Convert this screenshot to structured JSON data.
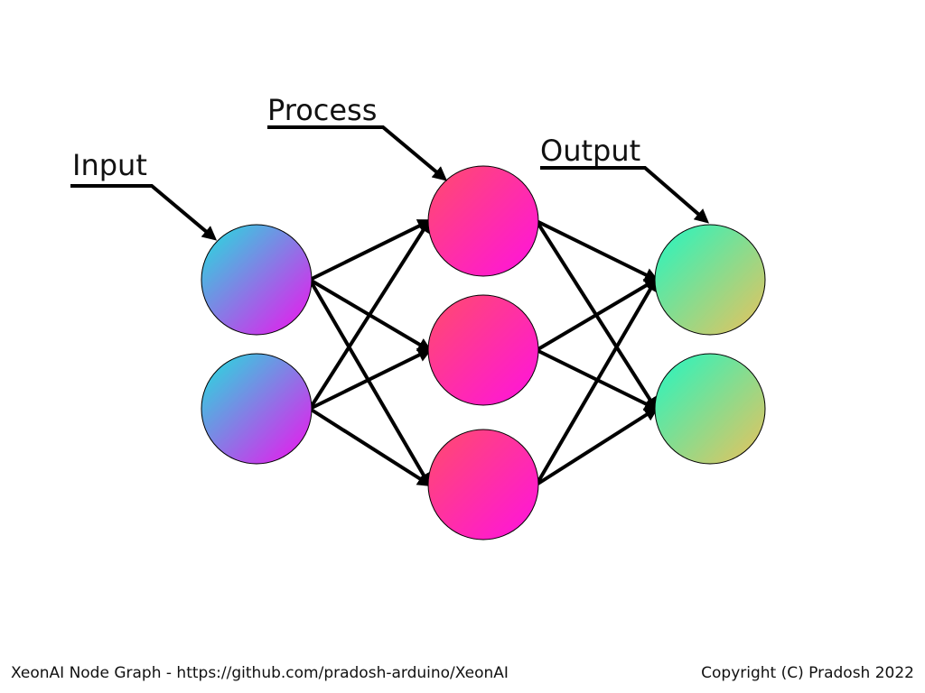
{
  "labels": {
    "input": "Input",
    "process": "Process",
    "output": "Output"
  },
  "footer": {
    "left": "XeonAI Node Graph - https://github.com/pradosh-arduino/XeonAI",
    "right": "Copyright (C) Pradosh 2022"
  },
  "layers": [
    {
      "name": "input",
      "nodes": 2
    },
    {
      "name": "process",
      "nodes": 3
    },
    {
      "name": "output",
      "nodes": 2
    }
  ],
  "colors": {
    "background": "#ffffff",
    "stroke": "#000000",
    "input_gradient": [
      "#1fe3dd",
      "#f210ee"
    ],
    "process_gradient": [
      "#ff4c6c",
      "#ff12e0"
    ],
    "output_gradient": [
      "#22f7c2",
      "#ecc15b"
    ]
  }
}
